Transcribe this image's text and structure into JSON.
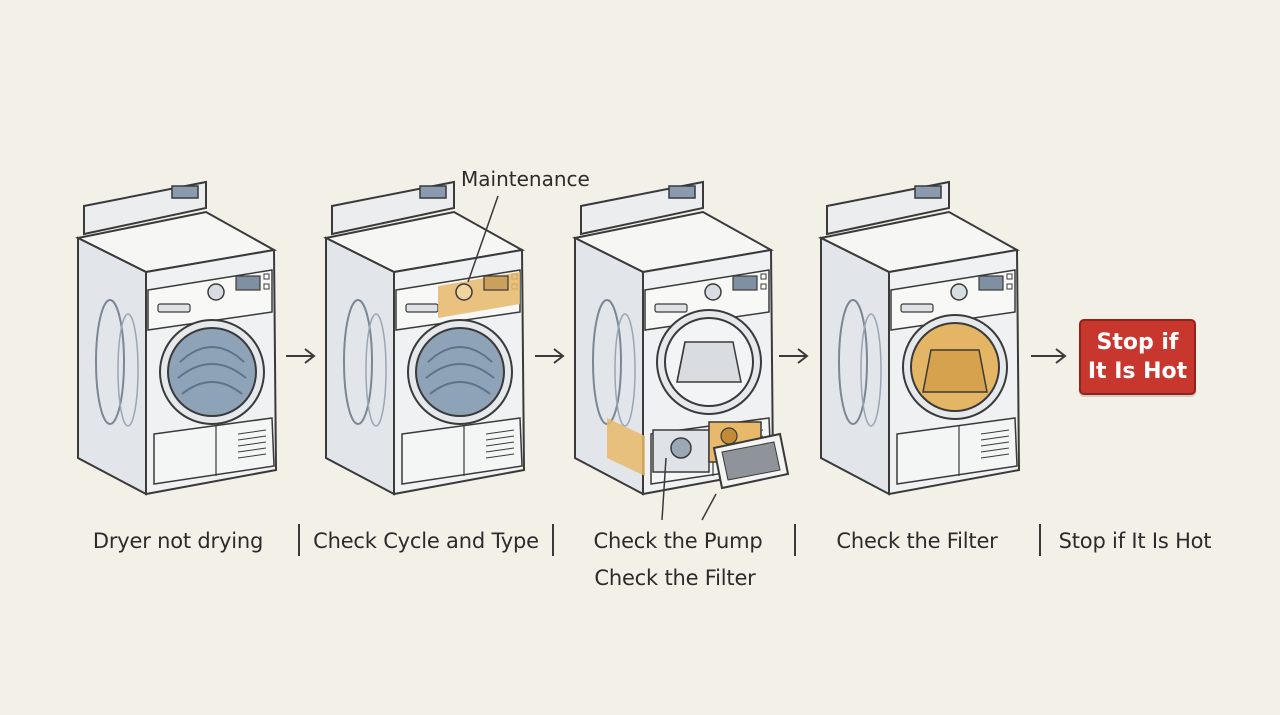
{
  "callout": {
    "maintenance_label": "Maintenance"
  },
  "stop_badge": {
    "line1": "Stop if",
    "line2": "It Is Hot",
    "color": "#c8372d"
  },
  "steps": [
    {
      "caption": "Dryer not drying"
    },
    {
      "caption": "Check Cycle and Type"
    },
    {
      "caption": "Check the Pump",
      "caption2": "Check the Filter"
    },
    {
      "caption": "Check the Filter"
    },
    {
      "caption": "Stop if It Is Hot"
    }
  ],
  "colors": {
    "background": "#f3f0e8",
    "highlight": "#e8b96a",
    "drum_blue": "#8fa3b8",
    "alert_red": "#c8372d"
  }
}
